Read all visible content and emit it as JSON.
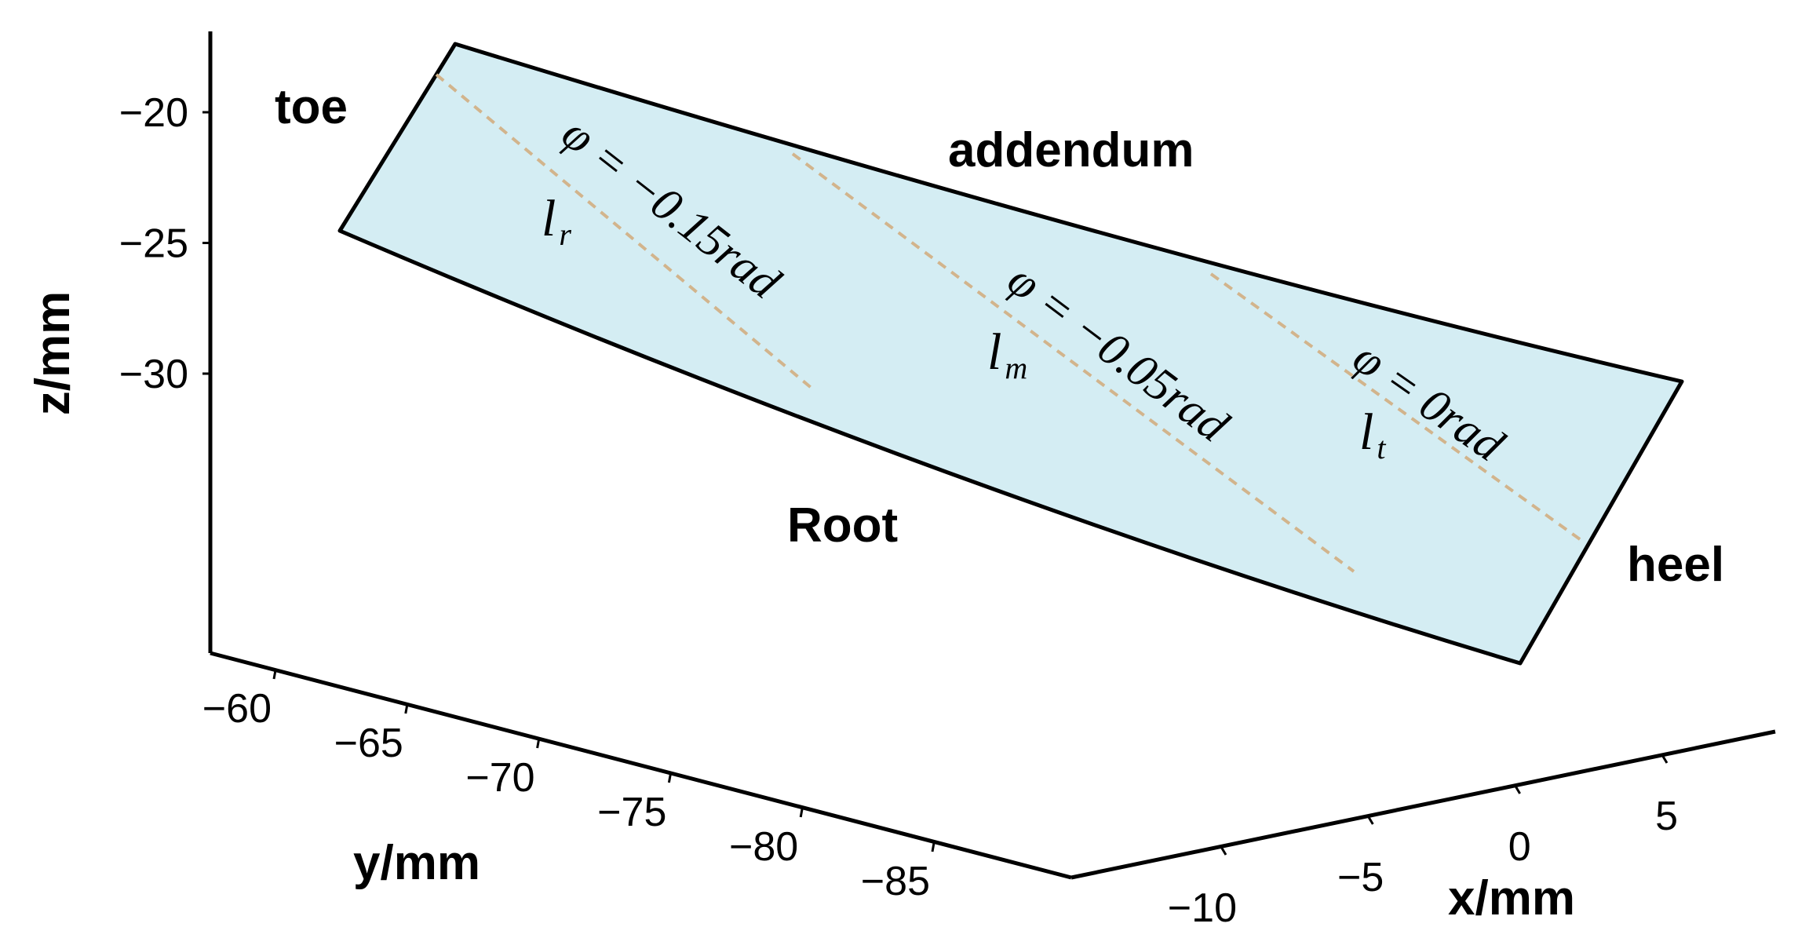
{
  "chart_data": {
    "type": "surface3d",
    "title": "",
    "axes": {
      "x": {
        "label": "x/mm",
        "ticks": [
          -10,
          -5,
          0,
          5
        ],
        "tick_labels": [
          "−10",
          "−5",
          "0",
          "5"
        ]
      },
      "y": {
        "label": "y/mm",
        "ticks": [
          -60,
          -65,
          -70,
          -75,
          -80,
          -85
        ],
        "tick_labels": [
          "−60",
          "−65",
          "−70",
          "−75",
          "−80",
          "−85"
        ]
      },
      "z": {
        "label": "z/mm",
        "ticks": [
          -20,
          -25,
          -30
        ],
        "tick_labels": [
          "−20",
          "−25",
          "−30"
        ]
      }
    },
    "surface": {
      "fill_color": "#d4edf3",
      "edge_color": "#000000"
    },
    "region_labels": {
      "toe": "toe",
      "heel": "heel",
      "addendum": "addendum",
      "root": "Root"
    },
    "contact_lines": [
      {
        "id": "lr",
        "symbol": "l",
        "subscript": "r",
        "angle_label": "φ = −0.15rad",
        "phi_rad": -0.15
      },
      {
        "id": "lm",
        "symbol": "l",
        "subscript": "m",
        "angle_label": "φ = −0.05rad",
        "phi_rad": -0.05
      },
      {
        "id": "lt",
        "symbol": "l",
        "subscript": "t",
        "angle_label": "φ = 0rad",
        "phi_rad": 0
      }
    ],
    "contact_line_color": "#d2b48c",
    "grid": false,
    "legend": "none"
  }
}
